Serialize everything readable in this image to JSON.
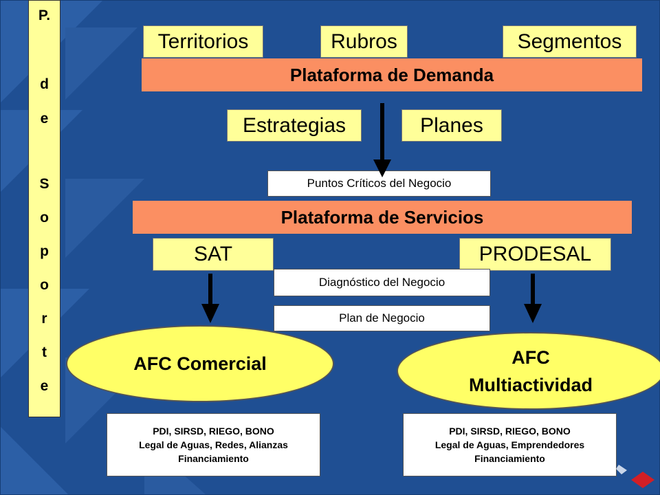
{
  "side_bar": {
    "letters": [
      "P.",
      "d",
      "e",
      "S",
      "o",
      "p",
      "o",
      "r",
      "t",
      "e"
    ]
  },
  "top_categories": [
    "Territorios",
    "Rubros",
    "Segmentos"
  ],
  "demand_platform": "Plataforma de Demanda",
  "strategies": "Estrategias",
  "plans": "Planes",
  "critical_points": "Puntos Críticos del Negocio",
  "services_platform": "Plataforma de Servicios",
  "programs": {
    "left": "SAT",
    "right": "PRODESAL"
  },
  "diagnosis": "Diagnóstico del Negocio",
  "business_plan": "Plan de Negocio",
  "afc_left": "AFC Comercial",
  "afc_right": {
    "line1": "AFC",
    "line2": "Multiactividad"
  },
  "info_left": {
    "line1": "PDI, SIRSD, RIEGO, BONO",
    "line2": "Legal de Aguas, Redes, Alianzas",
    "line3": "Financiamiento"
  },
  "info_right": {
    "line1": "PDI, SIRSD, RIEGO, BONO",
    "line2": "Legal de Aguas, Emprendedores",
    "line3": "Financiamiento"
  },
  "colors": {
    "background": "#1f4f93",
    "yellow": "#ffff99",
    "orange": "#fb8f62",
    "ellipse": "#ffff66",
    "arrow": "#000000"
  }
}
